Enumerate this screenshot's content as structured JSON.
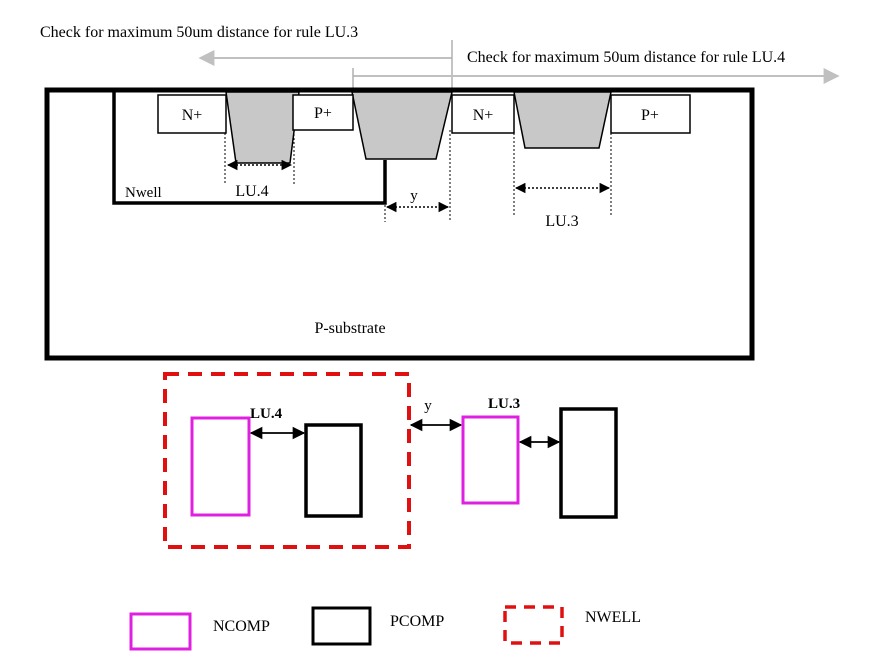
{
  "cross_section": {
    "arrow_lu3_label": "Check for maximum 50um distance for rule LU.3",
    "arrow_lu4_label": "Check for maximum 50um distance for rule LU.4",
    "region_labels": {
      "n_plus_left": "N+",
      "p_plus_left": "P+",
      "n_plus_right": "N+",
      "p_plus_right": "P+",
      "nwell": "Nwell",
      "substrate": "P-substrate"
    },
    "dimension_labels": {
      "lu4": "LU.4",
      "y": "y",
      "lu3": "LU.3"
    }
  },
  "layout_view": {
    "lu4_label": "LU.4",
    "y_label": "y",
    "lu3_label": "LU.3"
  },
  "legend": {
    "items": [
      {
        "label": "NCOMP",
        "color": "#e020e0",
        "style": "solid"
      },
      {
        "label": "PCOMP",
        "color": "#000000",
        "style": "solid"
      },
      {
        "label": "NWELL",
        "color": "#e01010",
        "style": "dashed"
      }
    ]
  },
  "colors": {
    "ncomp": "#e020e0",
    "pcomp": "#000000",
    "nwell": "#e01010",
    "sti_fill": "#c8c8c8",
    "guide_arrow": "#c0c0c0"
  }
}
